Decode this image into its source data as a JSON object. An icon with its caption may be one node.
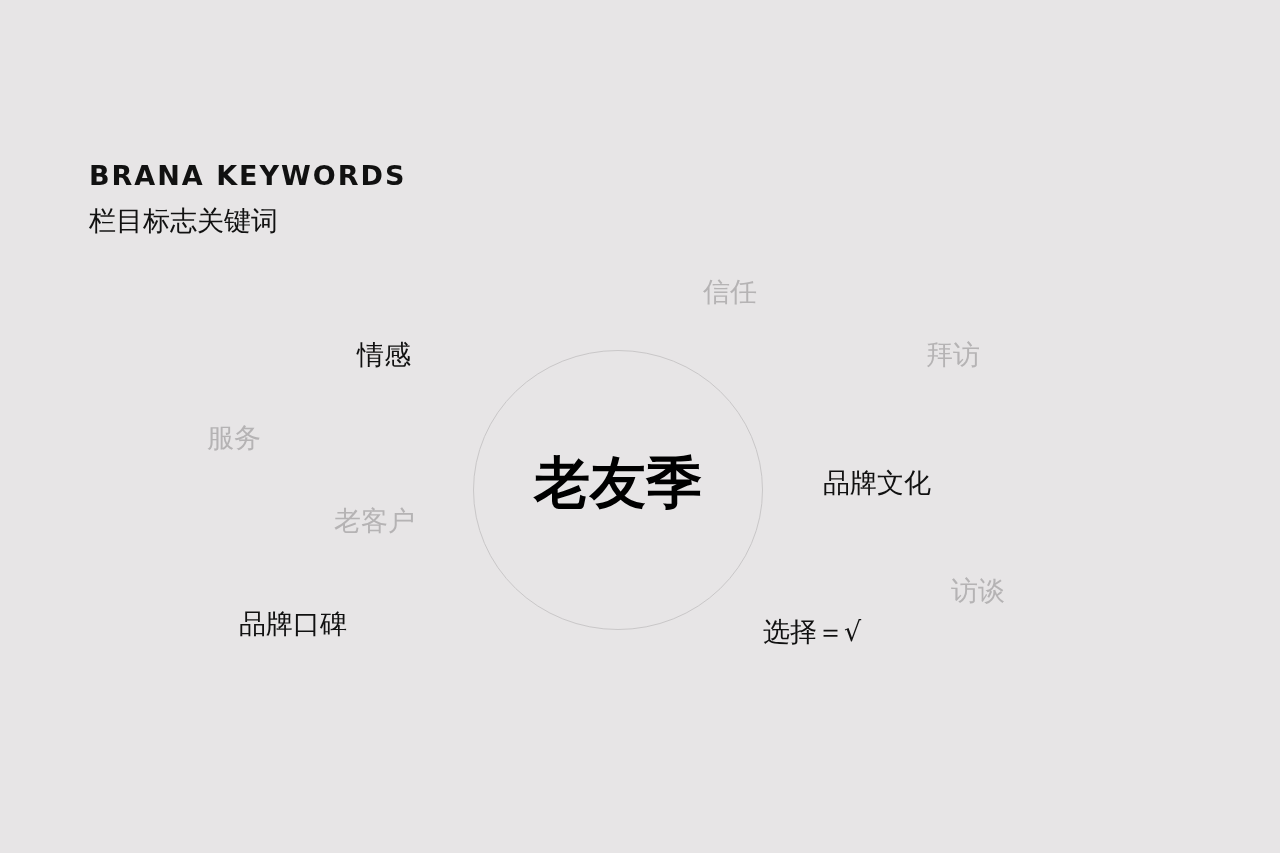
{
  "diagram": {
    "title": "BRANA KEYWORDS",
    "nodes": [
      {
        "text": [
          "老友季"
        ]
      }
    ],
    "labels": [
      "栏目标志关键词",
      "信任",
      "情感",
      "拜访",
      "服务",
      "品牌文化",
      "老客户",
      "访谈",
      "品牌口碑",
      "选择＝√"
    ]
  }
}
